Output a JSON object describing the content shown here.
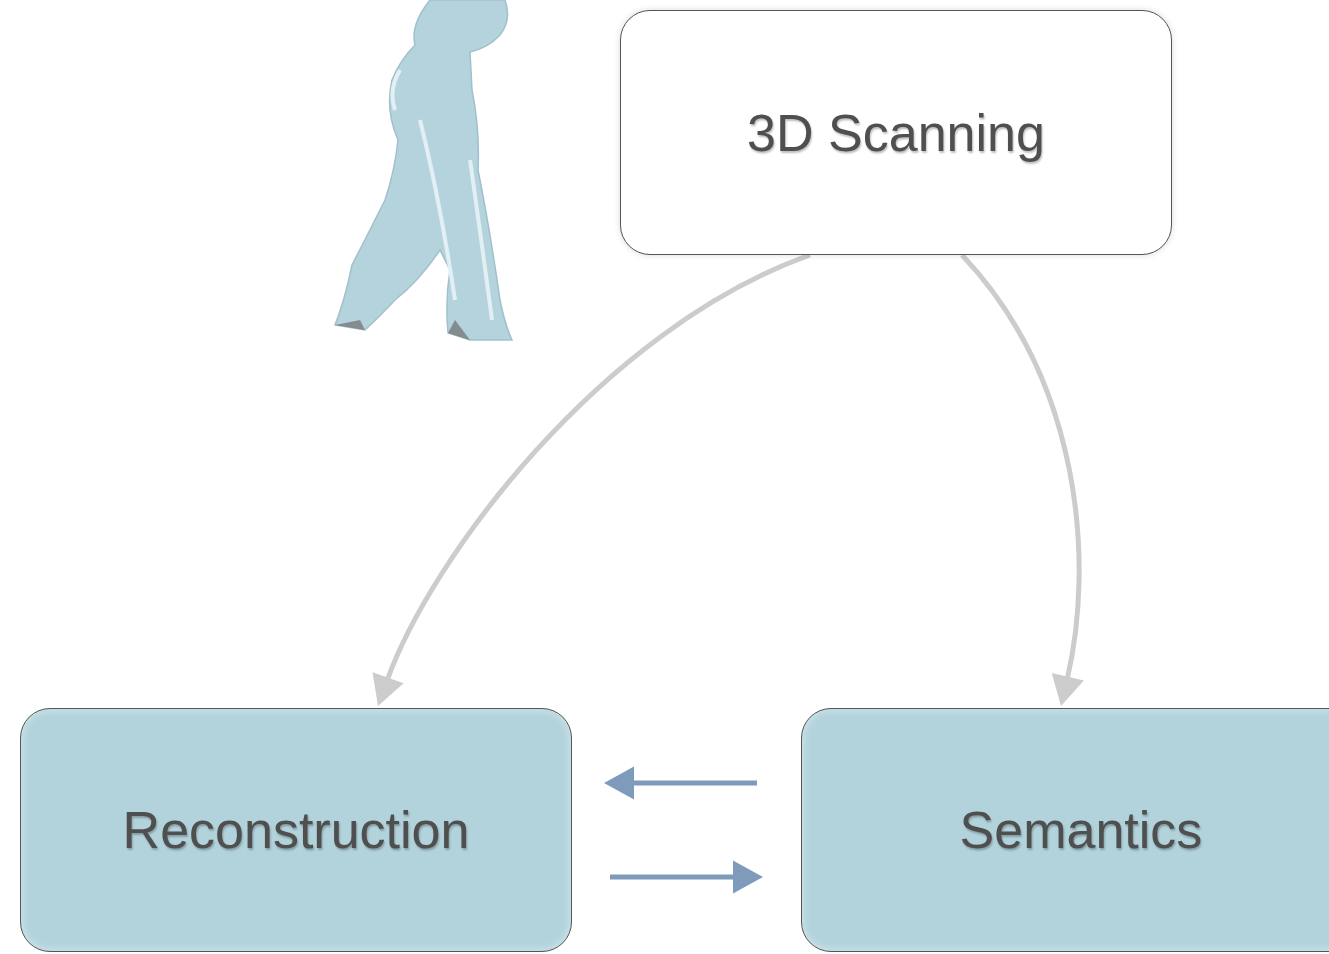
{
  "diagram": {
    "nodes": [
      {
        "text": [
          "3D Scanning"
        ]
      },
      {
        "text": [
          "Reconstruction"
        ]
      },
      {
        "text": [
          "Semantics"
        ]
      }
    ],
    "edges": [
      {
        "from": 0,
        "to": 1,
        "arrow": "to"
      },
      {
        "from": 0,
        "to": 2,
        "arrow": "to"
      },
      {
        "from": 2,
        "to": 1,
        "arrow": "to"
      },
      {
        "from": 1,
        "to": 2,
        "arrow": "to"
      }
    ]
  }
}
